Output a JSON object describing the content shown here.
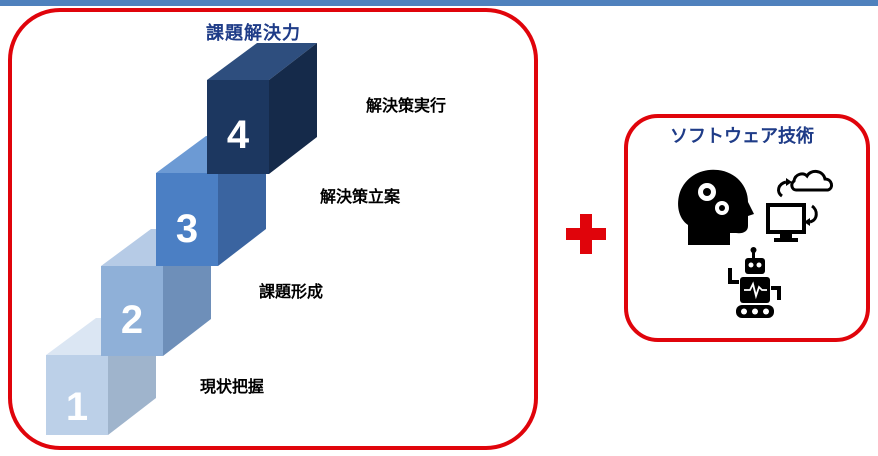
{
  "left_panel": {
    "title": "課題解決力",
    "steps": [
      {
        "number": "1",
        "label": "現状把握"
      },
      {
        "number": "2",
        "label": "課題形成"
      },
      {
        "number": "3",
        "label": "解決策立案"
      },
      {
        "number": "4",
        "label": "解決策実行"
      }
    ]
  },
  "right_panel": {
    "title": "ソフトウェア技術",
    "icons": [
      "ai-head-gears-icon",
      "cloud-sync-monitor-icon",
      "robot-icon"
    ]
  },
  "colors": {
    "border": "#e0040b",
    "title": "#1f3c88",
    "plus": "#e0040b",
    "top_bar": "#4f81bd",
    "cube1": "#bcd0e8",
    "cube2": "#8fb0d8",
    "cube3": "#4b7fc4",
    "cube4": "#1c3760"
  }
}
